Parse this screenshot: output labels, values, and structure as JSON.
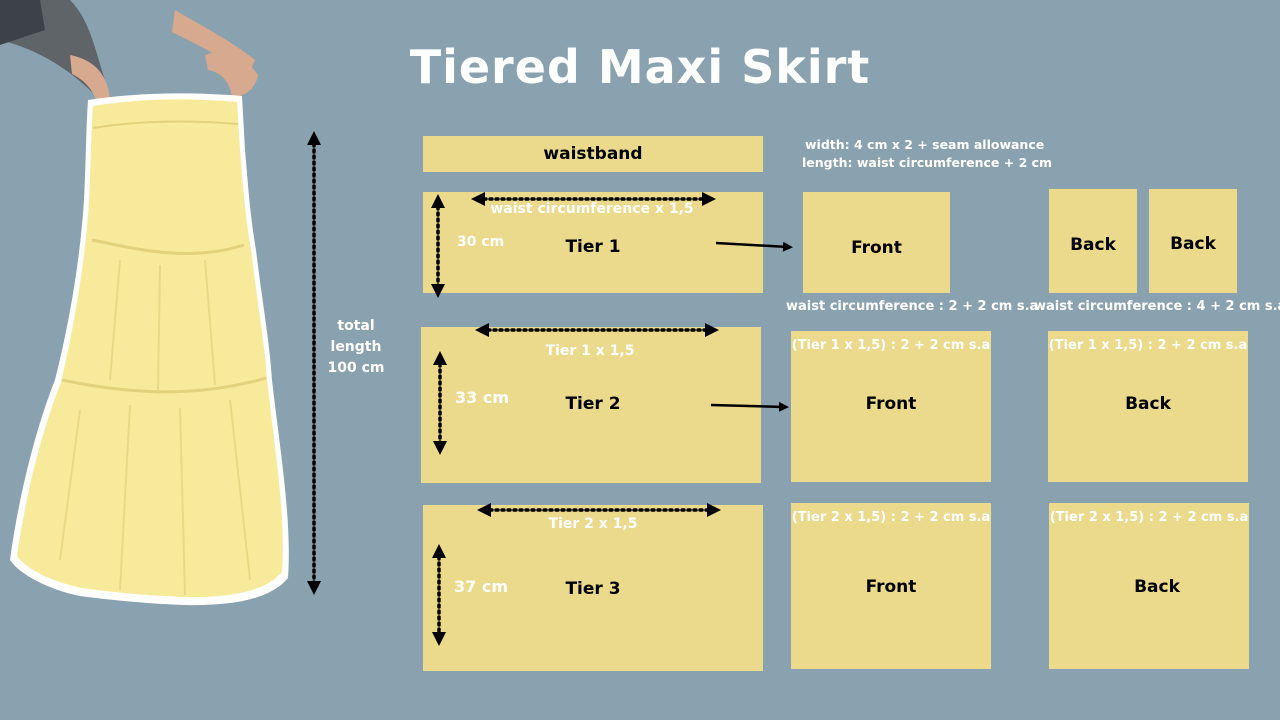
{
  "title": "Tiered Maxi Skirt",
  "colors": {
    "background": "#8aa2af",
    "piece": "#ebd98c",
    "skirt": "#f7ea9a"
  },
  "total_length": {
    "line1": "total",
    "line2": "length",
    "line3": "100 cm"
  },
  "waistband": {
    "label": "waistband",
    "width_note": "width: 4 cm x 2 + seam allowance",
    "length_note": "length: waist circumference + 2 cm"
  },
  "tiers": [
    {
      "label": "Tier 1",
      "height": "30 cm",
      "width_note": "waist circumference x 1,5"
    },
    {
      "label": "Tier 2",
      "height": "33 cm",
      "width_note": "Tier 1 x 1,5"
    },
    {
      "label": "Tier 3",
      "height": "37 cm",
      "width_note": "Tier 2 x 1,5"
    }
  ],
  "pieces": {
    "front_label": "Front",
    "back_label": "Back",
    "tier1_front_note": "waist circumference : 2 + 2 cm s.a",
    "tier1_back_note": "waist circumference : 4 + 2 cm s.a",
    "tier2_note": "(Tier 1 x 1,5) : 2 + 2 cm s.a",
    "tier3_note": "(Tier 2 x 1,5) : 2 + 2 cm s.a"
  }
}
